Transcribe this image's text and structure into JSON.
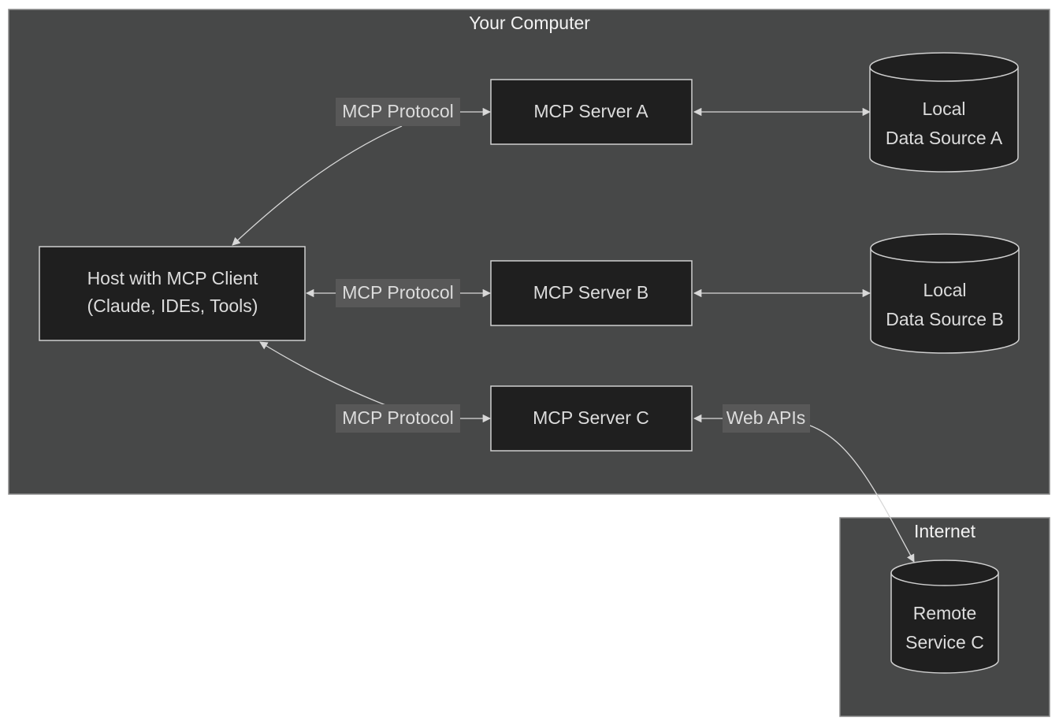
{
  "clusters": {
    "your_computer": "Your Computer",
    "internet": "Internet"
  },
  "nodes": {
    "host": [
      "Host with MCP Client",
      "(Claude, IDEs, Tools)"
    ],
    "server_a": "MCP Server A",
    "server_b": "MCP Server B",
    "server_c": "MCP Server C",
    "data_a": [
      "Local",
      "Data Source A"
    ],
    "data_b": [
      "Local",
      "Data Source B"
    ],
    "remote_c": [
      "Remote",
      "Service C"
    ]
  },
  "edges": {
    "host_to_a": "MCP Protocol",
    "host_to_b": "MCP Protocol",
    "host_to_c": "MCP Protocol",
    "c_to_remote": "Web APIs"
  },
  "colors": {
    "cluster_fill": "#474848",
    "node_fill": "#1f1f1f",
    "stroke": "#cfcfcf",
    "text": "#dcdcdc",
    "label_bg": "#585858"
  }
}
